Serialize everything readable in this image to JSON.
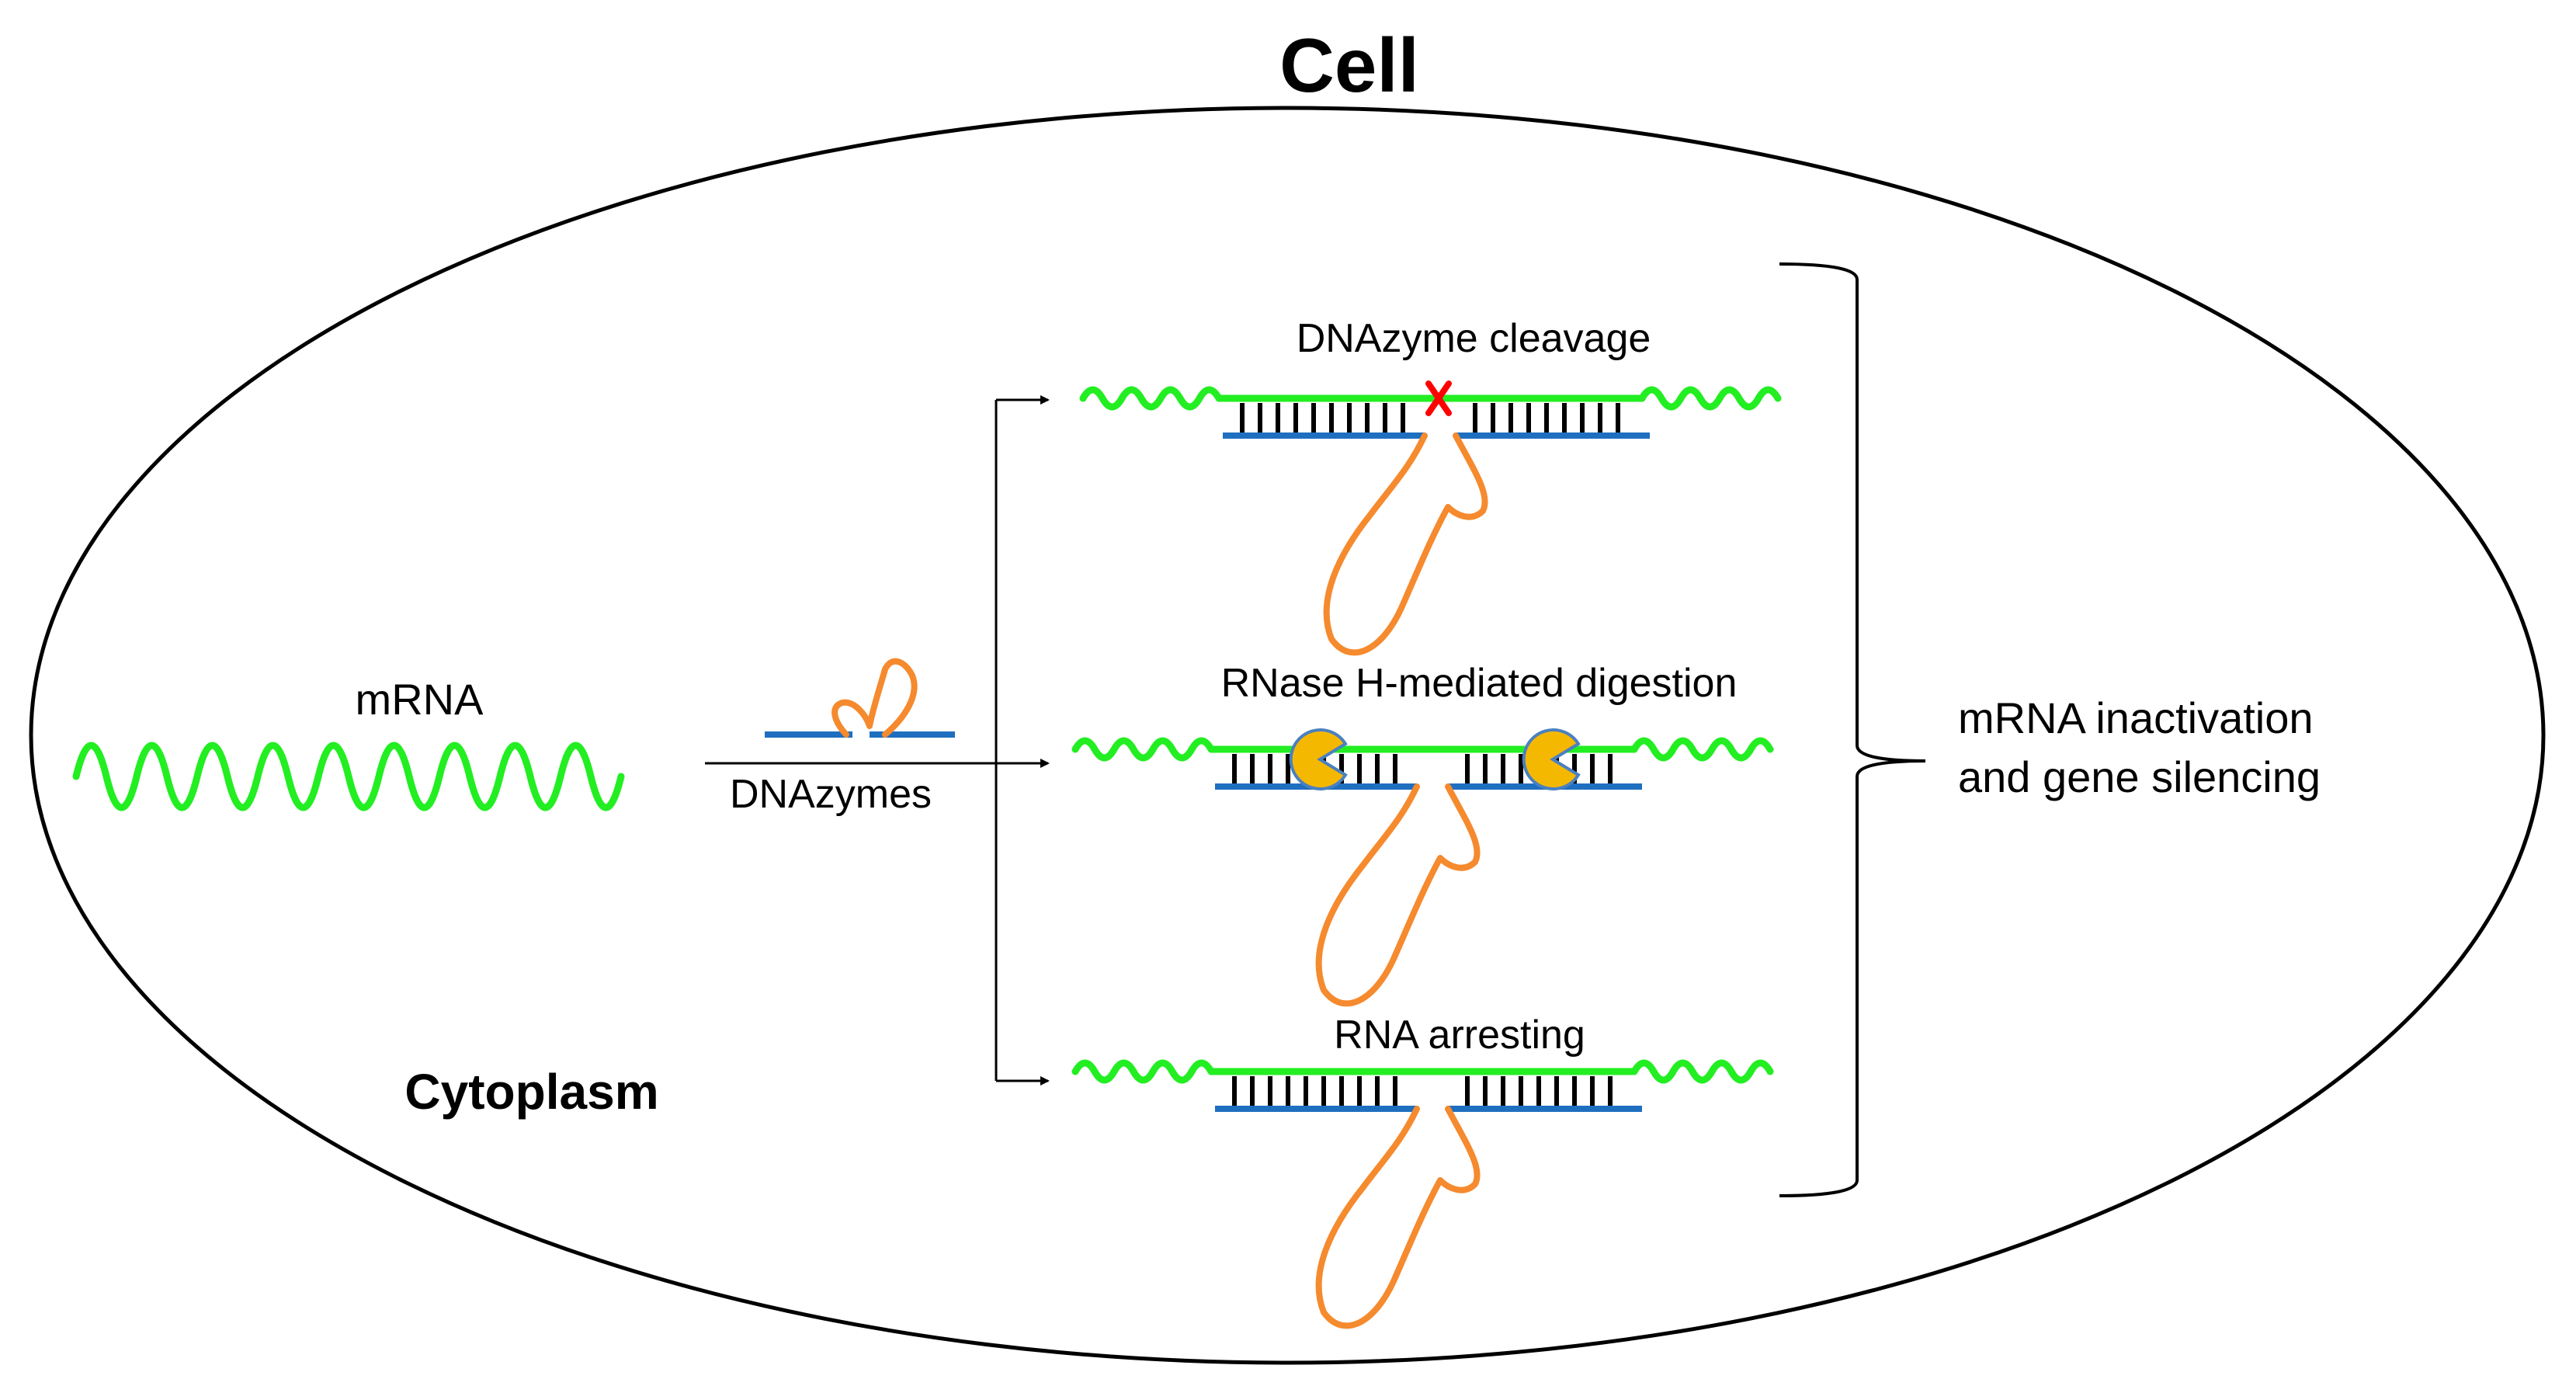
{
  "title": "Cell",
  "compartment_label": "Cytoplasm",
  "mrna_label": "mRNA",
  "dnazymes_label": "DNAzymes",
  "pathways": [
    {
      "label": "DNAzyme cleavage"
    },
    {
      "label": "RNase H-mediated digestion"
    },
    {
      "label": "RNA arresting"
    }
  ],
  "outcome_line1": "mRNA inactivation",
  "outcome_line2": "and gene silencing",
  "colors": {
    "rna": "#22ee22",
    "dna": "#1f6fc0",
    "dnazyme_loop": "#f58a2e",
    "rnase_h": "#f5b800",
    "cleavage_mark": "#ff0000"
  }
}
